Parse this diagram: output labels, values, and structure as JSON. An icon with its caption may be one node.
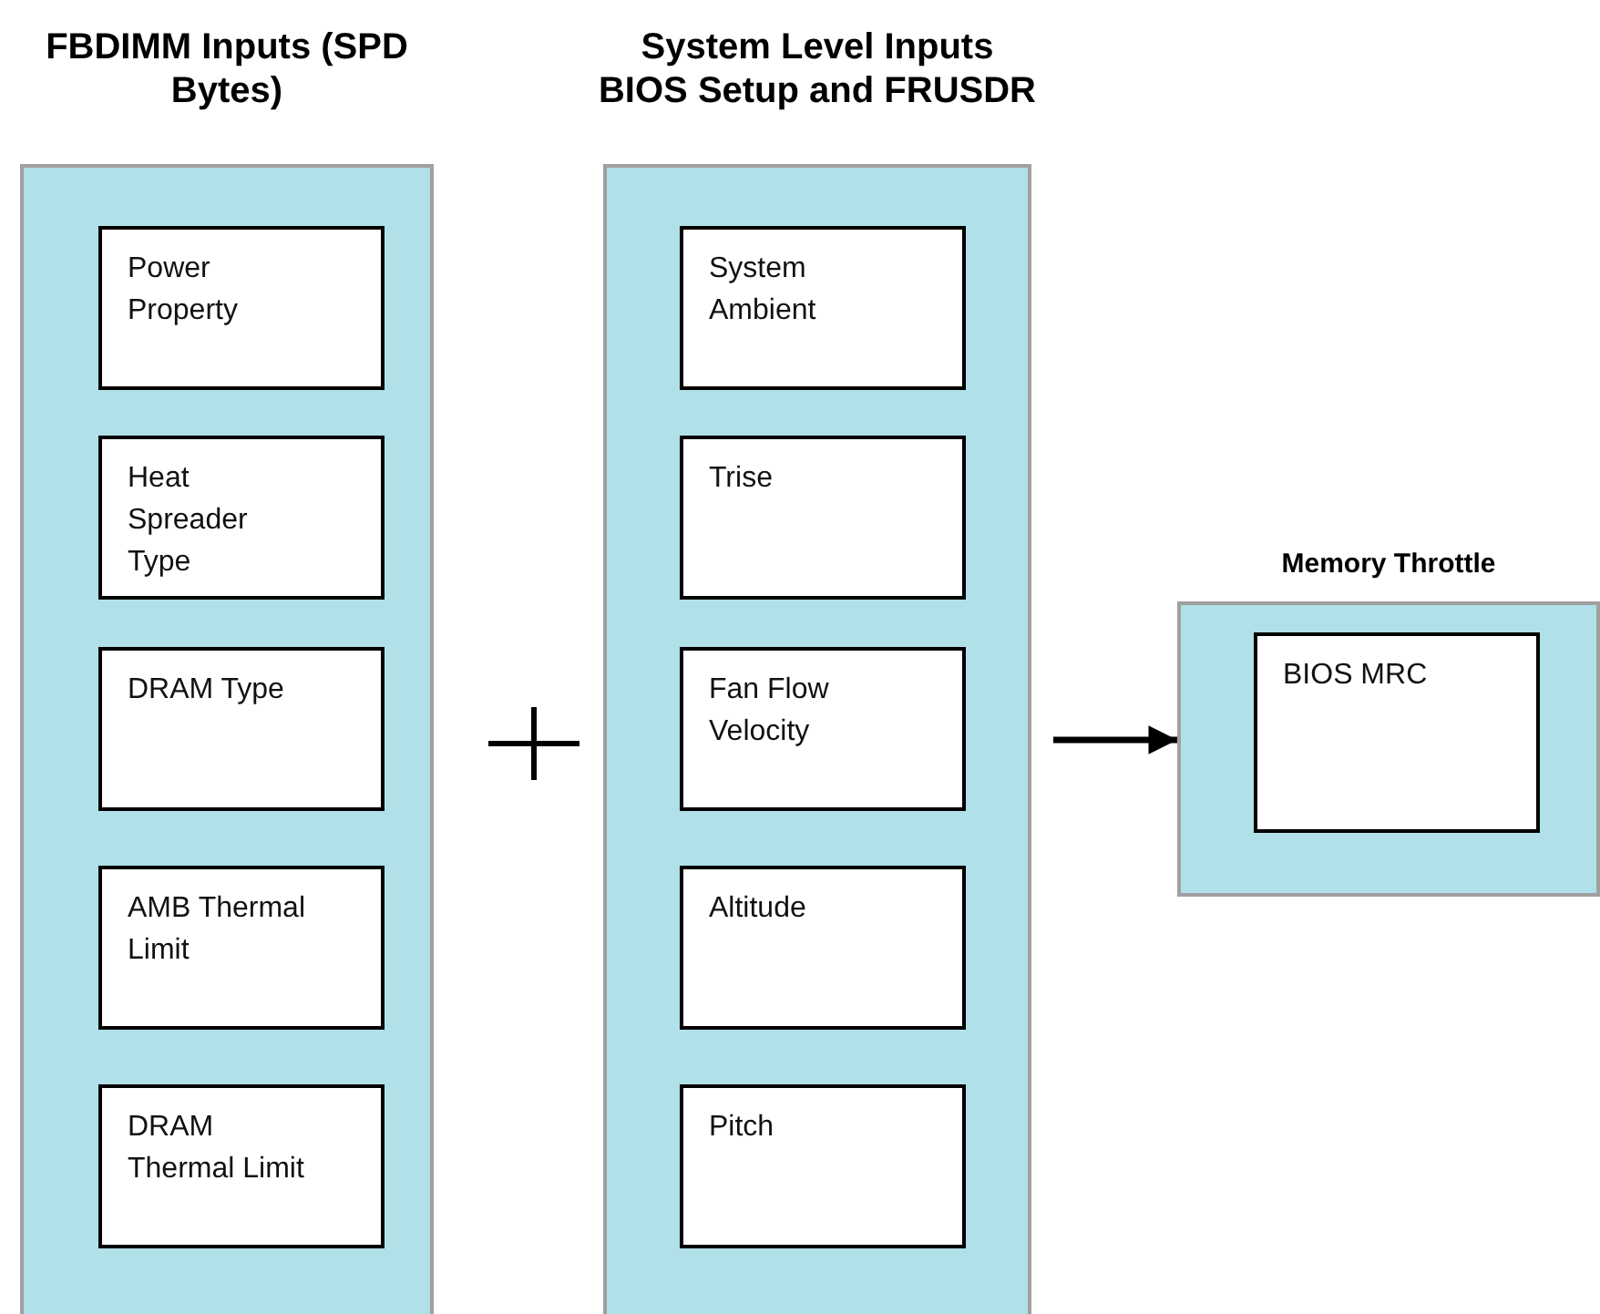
{
  "diagram": {
    "nodes": [
      {
        "text": [
          "FBDIMM Inputs (SPD Bytes)"
        ]
      },
      {
        "text": [
          "Power Property"
        ],
        "in": 0
      },
      {
        "text": [
          "Heat Spreader Type"
        ],
        "in": 0
      },
      {
        "text": [
          "DRAM Type"
        ],
        "in": 0
      },
      {
        "text": [
          "AMB Thermal Limit"
        ],
        "in": 0
      },
      {
        "text": [
          "DRAM Thermal Limit"
        ],
        "in": 0
      },
      {
        "text": [
          "System Level Inputs",
          "BIOS Setup and FRUSDR"
        ]
      },
      {
        "text": [
          "System Ambient"
        ],
        "in": 6
      },
      {
        "text": [
          "Trise"
        ],
        "in": 6
      },
      {
        "text": [
          "Fan Flow Velocity"
        ],
        "in": 6
      },
      {
        "text": [
          "Altitude"
        ],
        "in": 6
      },
      {
        "text": [
          "Pitch"
        ],
        "in": 6
      },
      {
        "text": [
          "Memory Throttle"
        ]
      },
      {
        "text": [
          "BIOS MRC"
        ],
        "in": 12
      }
    ],
    "edges": [
      {
        "from": 6,
        "to": 12,
        "arrow": "to"
      }
    ]
  }
}
